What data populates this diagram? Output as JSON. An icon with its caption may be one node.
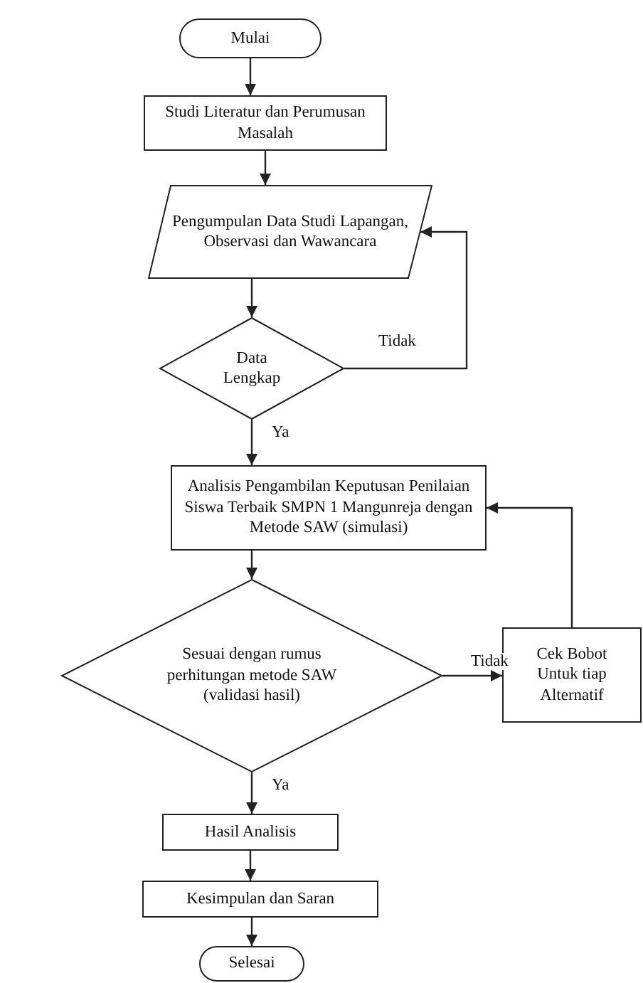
{
  "diagram": {
    "nodes": [
      {
        "text": [
          "Mulai"
        ]
      },
      {
        "text": [
          "Studi Literatur dan Perumusan Masalah"
        ]
      },
      {
        "text": [
          "Pengumpulan Data Studi Lapangan, Observasi dan Wawancara"
        ]
      },
      {
        "text": [
          "Data Lengkap"
        ]
      },
      {
        "text": [
          "Analisis Pengambilan Keputusan Penilaian Siswa Terbaik SMPN 1 Mangunreja dengan Metode SAW (simulasi)"
        ]
      },
      {
        "text": [
          "Sesuai dengan rumus perhitungan metode SAW (validasi hasil)"
        ]
      },
      {
        "text": [
          "Cek Bobot Untuk tiap Alternatif"
        ]
      },
      {
        "text": [
          "Hasil Analisis"
        ]
      },
      {
        "text": [
          "Kesimpulan dan Saran"
        ]
      },
      {
        "text": [
          "Selesai"
        ]
      }
    ],
    "edges": [
      {
        "from": 0,
        "to": 1,
        "arrow": "to"
      },
      {
        "from": 1,
        "to": 2,
        "arrow": "to"
      },
      {
        "from": 2,
        "to": 3,
        "arrow": "to"
      },
      {
        "from": 3,
        "to": 2,
        "arrow": "to",
        "label": "Tidak"
      },
      {
        "from": 3,
        "to": 4,
        "arrow": "to",
        "label": "Ya"
      },
      {
        "from": 4,
        "to": 5,
        "arrow": "to"
      },
      {
        "from": 5,
        "to": 6,
        "arrow": "to",
        "label": "Tidak"
      },
      {
        "from": 6,
        "to": 4,
        "arrow": "to"
      },
      {
        "from": 5,
        "to": 7,
        "arrow": "to",
        "label": "Ya"
      },
      {
        "from": 7,
        "to": 8,
        "arrow": "to"
      },
      {
        "from": 8,
        "to": 9,
        "arrow": "to"
      }
    ]
  }
}
